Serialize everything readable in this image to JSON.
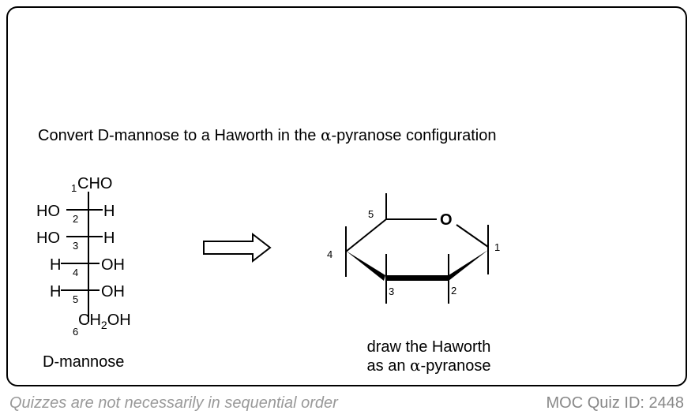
{
  "question": {
    "prompt_before": "Convert D-mannose to a Haworth in the ",
    "alpha": "α",
    "prompt_after": "-pyranose configuration"
  },
  "fischer": {
    "top_group": "CHO",
    "bottom_group": "CH",
    "bottom_sub": "2",
    "bottom_tail": "OH",
    "carbons": [
      "1",
      "2",
      "3",
      "4",
      "5",
      "6"
    ],
    "rows": [
      {
        "left": "HO",
        "right": "H"
      },
      {
        "left": "HO",
        "right": "H"
      },
      {
        "left": "H",
        "right": "OH"
      },
      {
        "left": "H",
        "right": "OH"
      }
    ],
    "caption": "D-mannose"
  },
  "haworth": {
    "ring_oxygen": "O",
    "positions": [
      "1",
      "2",
      "3",
      "4",
      "5"
    ],
    "caption_line1": "draw the Haworth",
    "caption_line2_before": "as an ",
    "caption_alpha": "α",
    "caption_line2_after": "-pyranose"
  },
  "footer": {
    "disclaimer": "Quizzes are not necessarily in sequential order",
    "quiz_id": "MOC Quiz ID: 2448"
  }
}
